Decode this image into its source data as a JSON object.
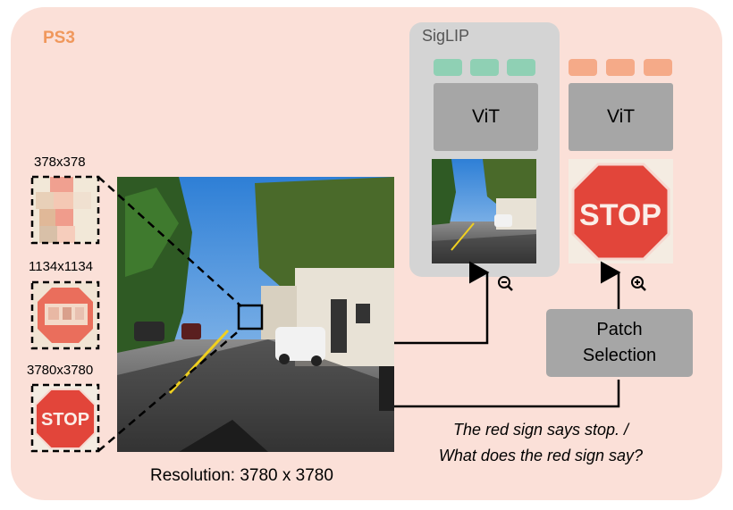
{
  "diagram": {
    "title": "PS3",
    "encoder_label": "SigLIP",
    "vit_label": "ViT",
    "patch_selection": [
      "Patch",
      "Selection"
    ],
    "resolutions": [
      "378x378",
      "1134x1134",
      "3780x3780"
    ],
    "resolution_caption": "Resolution: 3780 x 3780",
    "caption_lines": [
      "The red sign says stop. /",
      "What does the red sign say?"
    ],
    "stop_text": "STOP",
    "zoom_out_icon": "zoom-out-icon",
    "zoom_in_icon": "zoom-in-icon",
    "colors": {
      "panel": "#fbe0d8",
      "title": "#f0985c",
      "siglip_box": "#d4d4d4",
      "module": "#a6a6a6",
      "token_green": "#8fd0b4",
      "token_orange": "#f5aa88",
      "stop_red": "#e2453a"
    }
  }
}
